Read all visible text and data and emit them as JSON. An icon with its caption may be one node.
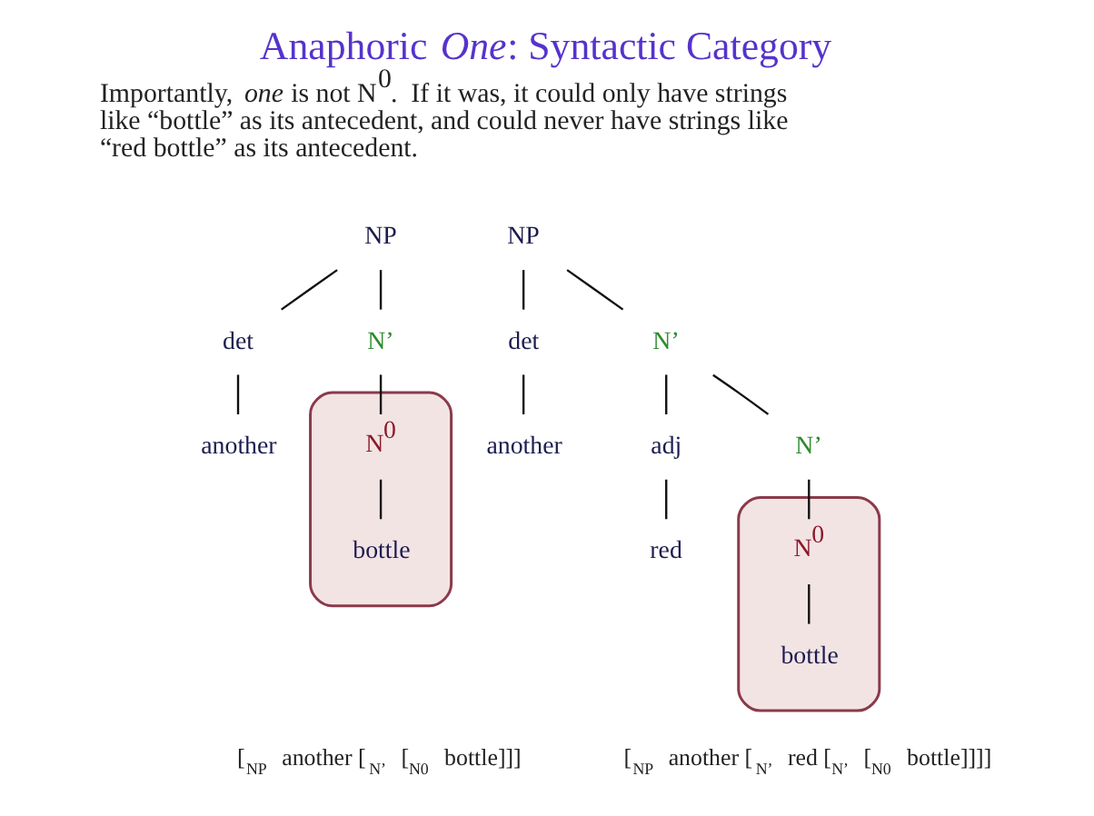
{
  "diagram": {
    "title": "Anaphoric *One*: Syntactic Category",
    "nodes": [
      {
        "text": [
          "NP"
        ]
      },
      {
        "text": [
          "det"
        ]
      },
      {
        "text": [
          "N’"
        ]
      },
      {
        "text": [
          "another"
        ]
      },
      {
        "text": [],
        "shape": "ellipse"
      },
      {
        "text": [
          "N$^{0}$"
        ],
        "in": 4
      },
      {
        "text": [
          "bottle"
        ],
        "in": 4
      },
      {
        "text": [
          "NP"
        ]
      },
      {
        "text": [
          "det"
        ]
      },
      {
        "text": [
          "N’"
        ]
      },
      {
        "text": [
          "another"
        ]
      },
      {
        "text": [
          "adj"
        ]
      },
      {
        "text": [
          "N’"
        ]
      },
      {
        "text": [
          "red"
        ]
      },
      {
        "text": [],
        "shape": "ellipse"
      },
      {
        "text": [
          "N$^{0}$"
        ],
        "in": 14
      },
      {
        "text": [
          "bottle"
        ],
        "in": 14
      }
    ],
    "edges": [
      {
        "from": 0,
        "to": 1,
        "arrow": "none"
      },
      {
        "from": 0,
        "to": 2,
        "arrow": "none"
      },
      {
        "from": 1,
        "to": 3,
        "arrow": "none"
      },
      {
        "from": 2,
        "to": 5,
        "arrow": "none"
      },
      {
        "from": 5,
        "to": 6,
        "arrow": "none"
      },
      {
        "from": 7,
        "to": 8,
        "arrow": "none"
      },
      {
        "from": 7,
        "to": 9,
        "arrow": "none"
      },
      {
        "from": 8,
        "to": 10,
        "arrow": "none"
      },
      {
        "from": 9,
        "to": 11,
        "arrow": "none"
      },
      {
        "from": 9,
        "to": 12,
        "arrow": "none"
      },
      {
        "from": 11,
        "to": 13,
        "arrow": "none"
      },
      {
        "from": 12,
        "to": 15,
        "arrow": "none"
      },
      {
        "from": 15,
        "to": 16,
        "arrow": "none"
      }
    ],
    "labels": [
      "Importantly, *one* is not N$^{0}$.  If it was, it could only have strings like “bottle” as its antecedent, and could never have strings like “red bottle” as its antecedent.",
      "[$_{NP}$ another [$_{N’}$ [$_{N0}$ bottle]]]",
      "[$_{NP}$ another [$_{N’}$ red [$_{N’}$ [$_{N0}$ bottle]]]]"
    ]
  }
}
